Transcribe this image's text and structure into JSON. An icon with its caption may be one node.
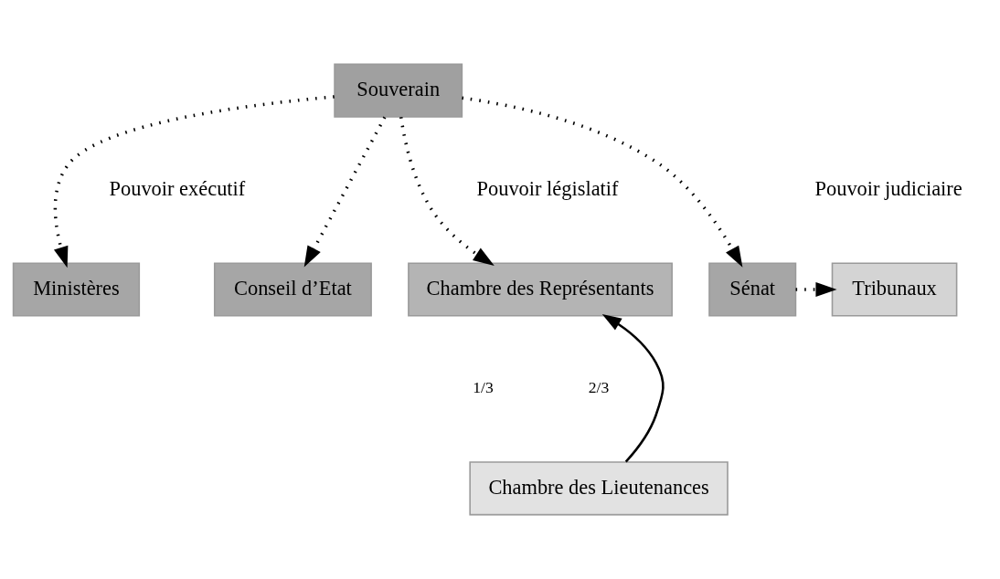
{
  "diagram": {
    "nodes": [
      {
        "text": [
          "Souverain"
        ]
      },
      {
        "text": [
          "Ministères"
        ]
      },
      {
        "text": [
          "Conseil d’Etat"
        ]
      },
      {
        "text": [
          "Chambre des Représentants"
        ]
      },
      {
        "text": [
          "Sénat"
        ]
      },
      {
        "text": [
          "Tribunaux"
        ]
      },
      {
        "text": [
          "Chambre des Lieutenances"
        ]
      }
    ],
    "edges": [
      {
        "from": 0,
        "to": 1,
        "arrow": "to",
        "style": "dashed"
      },
      {
        "from": 0,
        "to": 2,
        "arrow": "to",
        "style": "dashed"
      },
      {
        "from": 0,
        "to": 3,
        "arrow": "to",
        "style": "dashed"
      },
      {
        "from": 0,
        "to": 4,
        "arrow": "to",
        "style": "dashed"
      },
      {
        "from": 4,
        "to": 5,
        "arrow": "to",
        "style": "dashed"
      },
      {
        "from": 6,
        "to": 3,
        "arrow": "to"
      }
    ],
    "labels": [
      "Pouvoir exécutif",
      "Pouvoir législatif",
      "Pouvoir judiciaire",
      "1/3",
      "2/3"
    ]
  }
}
